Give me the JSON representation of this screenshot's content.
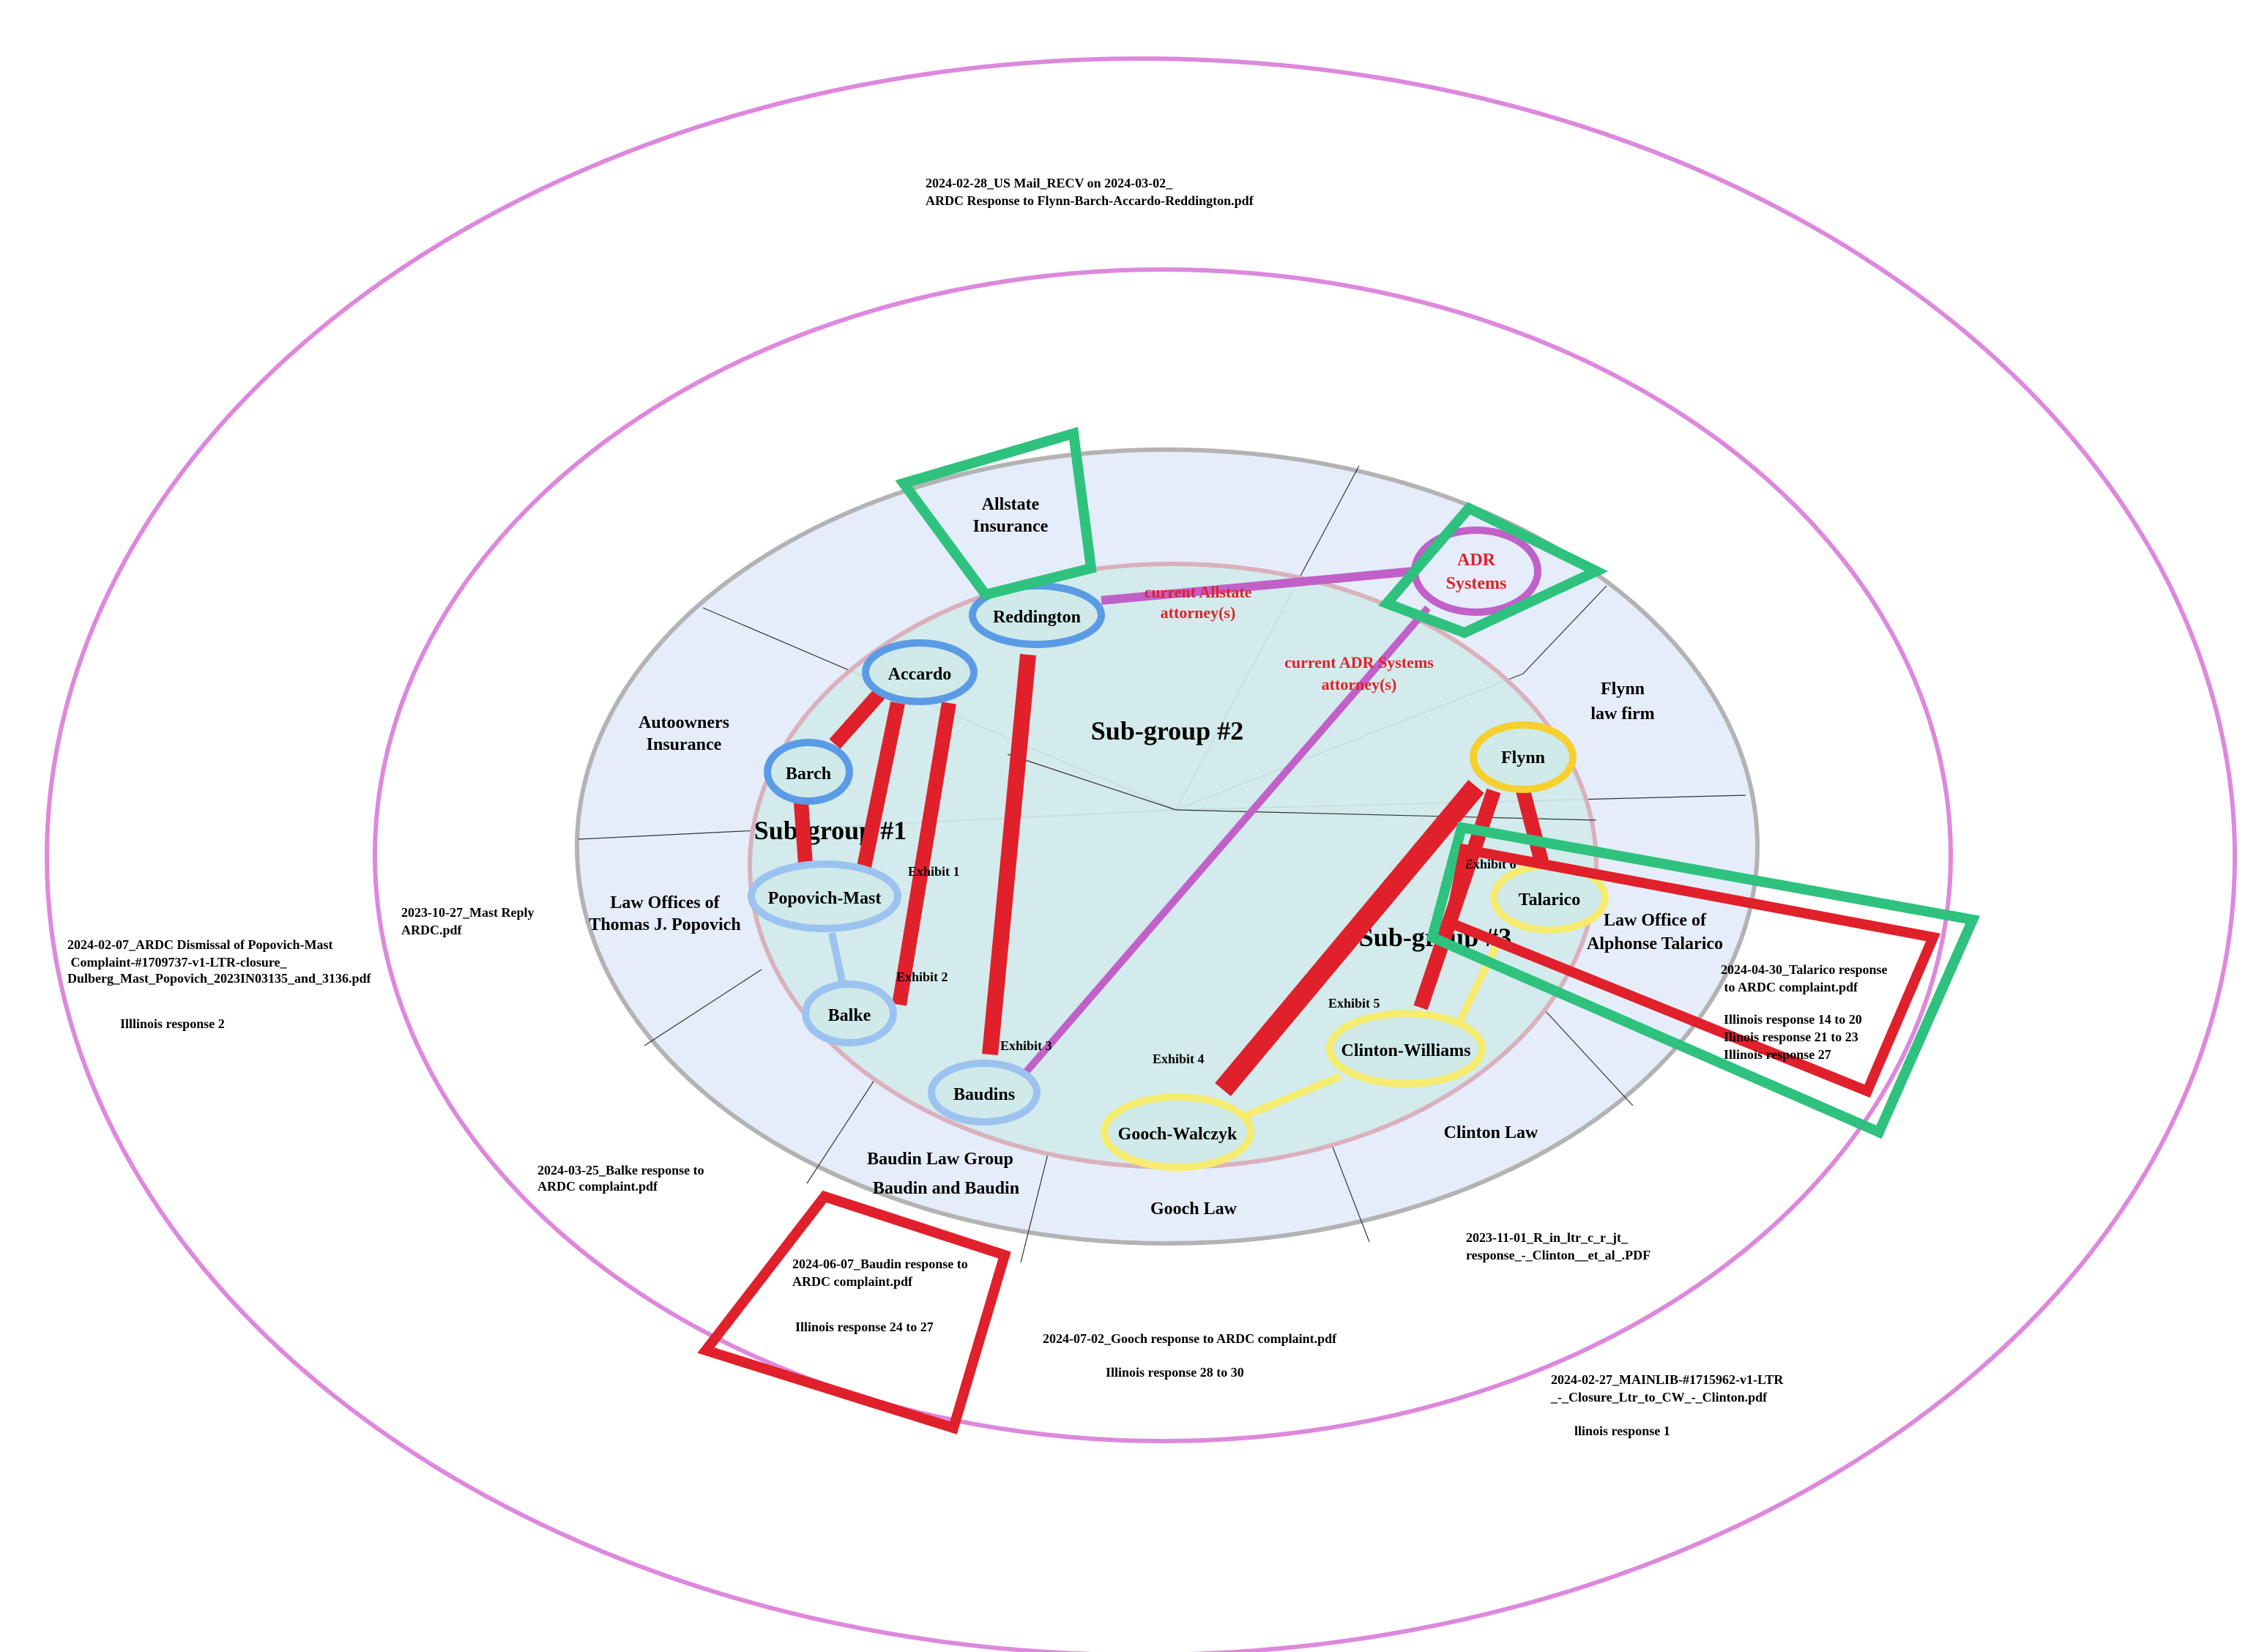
{
  "colors": {
    "outer_ring": "#dd88dd",
    "firm_ring": "#b3b3b3",
    "firm_fill": "#e6edfa",
    "core_fill": "#d0eaea",
    "core_stroke": "#dbb0bd",
    "red": "#e0202a",
    "green": "#2ec27e",
    "purple": "#c060c8",
    "blue": "#5b9be6",
    "light_blue": "#9cc2f0",
    "gold": "#f5d02e",
    "yellow": "#f5ec70"
  },
  "subgroups": [
    "Sub-group #1",
    "Sub-group #2",
    "Sub-group #3"
  ],
  "firms": {
    "allstate": [
      "Allstate",
      "Insurance"
    ],
    "autoowners": [
      "Autoowners",
      "Insurance"
    ],
    "popovich": [
      "Law Offices of",
      "Thomas J. Popovich"
    ],
    "baudin": [
      "Baudin Law Group",
      "Baudin and Baudin"
    ],
    "gooch": "Gooch Law",
    "clinton": "Clinton Law",
    "talarico": [
      "Law Office of",
      "Alphonse Talarico"
    ],
    "flynn": [
      "Flynn",
      "law firm"
    ]
  },
  "nodes": {
    "reddington": "Reddington",
    "accardo": "Accardo",
    "barch": "Barch",
    "popovich_mast": "Popovich-Mast",
    "balke": "Balke",
    "baudins": "Baudins",
    "adr": [
      "ADR",
      "Systems"
    ],
    "flynn": "Flynn",
    "talarico": "Talarico",
    "clinton_williams": "Clinton-Williams",
    "gooch_walczyk": "Gooch-Walczyk"
  },
  "annotations": {
    "allstate_attorneys": [
      "current Allstate",
      "attorney(s)"
    ],
    "adr_attorneys": [
      "current ADR Systems",
      "attorney(s)"
    ]
  },
  "exhibits": [
    "Exhibit 1",
    "Exhibit 2",
    "Exhibit 3",
    "Exhibit 4",
    "Exhibit 5",
    "Exhibit 6"
  ],
  "documents": {
    "top": [
      "2024-02-28_US Mail_RECV on 2024-03-02_",
      "ARDC Response to Flynn-Barch-Accardo-Reddington.pdf"
    ],
    "dismissal": [
      "2024-02-07_ARDC Dismissal of Popovich-Mast",
      " Complaint-#1709737-v1-LTR-closure_",
      "Dulberg_Mast_Popovich_2023IN03135_and_3136.pdf"
    ],
    "dismissal_note": "Illlinois response 2",
    "mast": [
      "2023-10-27_Mast Reply",
      "ARDC.pdf"
    ],
    "balke": [
      "2024-03-25_Balke response to",
      "ARDC complaint.pdf"
    ],
    "baudin": [
      "2024-06-07_Baudin response to",
      "ARDC complaint.pdf"
    ],
    "baudin_note": "Illinois response 24 to 27",
    "gooch": "2024-07-02_Gooch response to ARDC complaint.pdf",
    "gooch_note": "Illinois response 28 to 30",
    "clinton": [
      "2023-11-01_R_in_ltr_c_r_jt_",
      "response_-_Clinton__et_al_.PDF"
    ],
    "mainlib": [
      "2024-02-27_MAINLIB-#1715962-v1-LTR",
      "_-_Closure_Ltr_to_CW_-_Clinton.pdf"
    ],
    "mainlib_note": "llinois response 1",
    "talarico": [
      "2024-04-30_Talarico response",
      " to ARDC complaint.pdf"
    ],
    "talarico_notes": [
      "Illinois response 14 to 20",
      "Ilinois response 21 to 23",
      "Illinois response 27"
    ]
  }
}
